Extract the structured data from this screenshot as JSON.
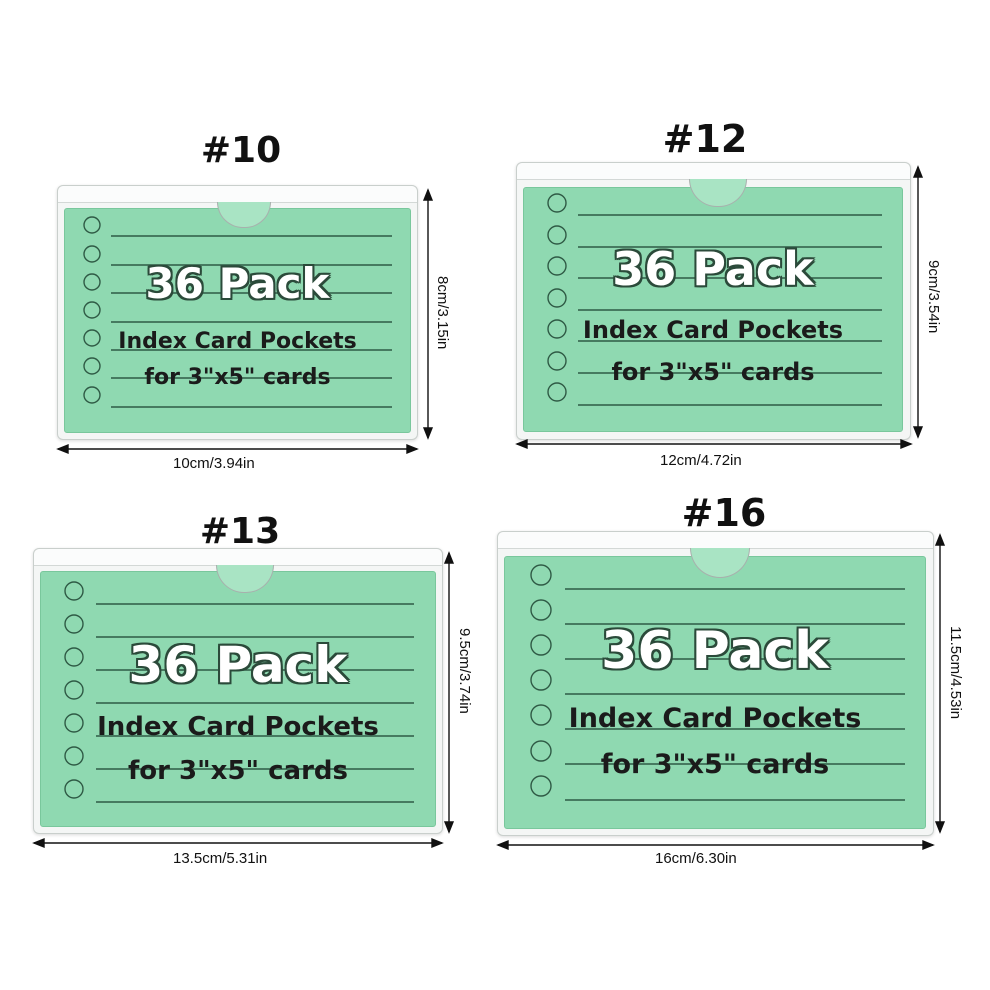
{
  "product": {
    "pack_label": "36 Pack",
    "line1": "Index Card Pockets",
    "line2": "for 3\"x5\" cards"
  },
  "colors": {
    "card_green": "#8fd9b1",
    "outline": "#2b4a3a",
    "pocket_frame": "#f4f6f5"
  },
  "sizes": [
    {
      "id": "#10",
      "width_label": "10cm/3.94in",
      "height_label": "8cm/3.15in"
    },
    {
      "id": "#12",
      "width_label": "12cm/4.72in",
      "height_label": "9cm/3.54in"
    },
    {
      "id": "#13",
      "width_label": "13.5cm/5.31in",
      "height_label": "9.5cm/3.74in"
    },
    {
      "id": "#16",
      "width_label": "16cm/6.30in",
      "height_label": "11.5cm/4.53in"
    }
  ]
}
